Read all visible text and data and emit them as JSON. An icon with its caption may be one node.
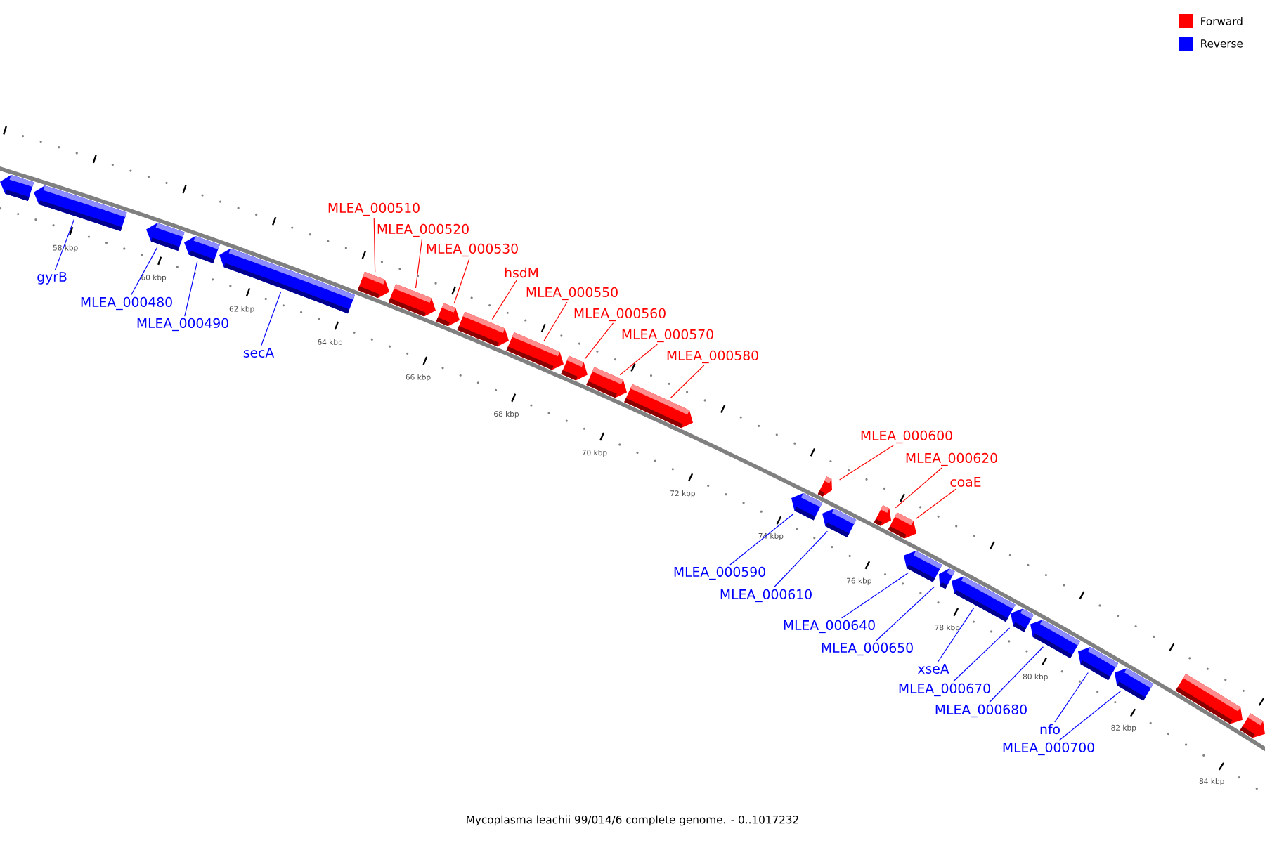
{
  "diagram": {
    "caption": "Mycoplasma leachii 99/014/6 complete genome. - 0..1017232",
    "nodes": [
      {
        "text": [],
        "shape": "bar"
      },
      {
        "text": [
          "gyrB"
        ]
      },
      {
        "text": [],
        "shape": "bar"
      },
      {
        "text": [
          "MLEA_000480"
        ]
      },
      {
        "text": [],
        "shape": "bar"
      },
      {
        "text": [
          "MLEA_000490"
        ]
      },
      {
        "text": [],
        "shape": "bar"
      },
      {
        "text": [
          "secA"
        ]
      },
      {
        "text": [],
        "shape": "bar"
      },
      {
        "text": [
          "MLEA_000510"
        ]
      },
      {
        "text": [],
        "shape": "bar"
      },
      {
        "text": [
          "MLEA_000520"
        ]
      },
      {
        "text": [],
        "shape": "bar"
      },
      {
        "text": [
          "MLEA_000530"
        ]
      },
      {
        "text": [],
        "shape": "bar"
      },
      {
        "text": [
          "hsdM"
        ]
      },
      {
        "text": [],
        "shape": "bar"
      },
      {
        "text": [
          "MLEA_000550"
        ]
      },
      {
        "text": [],
        "shape": "bar"
      },
      {
        "text": [
          "MLEA_000560"
        ]
      },
      {
        "text": [],
        "shape": "bar"
      },
      {
        "text": [
          "MLEA_000570"
        ]
      },
      {
        "text": [],
        "shape": "bar"
      },
      {
        "text": [
          "MLEA_000580"
        ]
      },
      {
        "text": [],
        "shape": "bar"
      },
      {
        "text": [
          "MLEA_000590"
        ]
      },
      {
        "text": [],
        "shape": "bar"
      },
      {
        "text": [
          "MLEA_000600"
        ]
      },
      {
        "text": [],
        "shape": "bar"
      },
      {
        "text": [
          "MLEA_000610"
        ]
      },
      {
        "text": [],
        "shape": "bar"
      },
      {
        "text": [
          "MLEA_000620"
        ]
      },
      {
        "text": [],
        "shape": "bar"
      },
      {
        "text": [
          "coaE"
        ]
      },
      {
        "text": [],
        "shape": "bar"
      },
      {
        "text": [
          "MLEA_000640"
        ]
      },
      {
        "text": [],
        "shape": "bar"
      },
      {
        "text": [
          "MLEA_000650"
        ]
      },
      {
        "text": [],
        "shape": "bar"
      },
      {
        "text": [
          "xseA"
        ]
      },
      {
        "text": [],
        "shape": "bar"
      },
      {
        "text": [
          "MLEA_000670"
        ]
      },
      {
        "text": [],
        "shape": "bar"
      },
      {
        "text": [
          "MLEA_000680"
        ]
      },
      {
        "text": [],
        "shape": "bar"
      },
      {
        "text": [
          "nfo"
        ]
      },
      {
        "text": [],
        "shape": "bar"
      },
      {
        "text": [
          "MLEA_000700"
        ]
      },
      {
        "text": [],
        "shape": "bar"
      },
      {
        "text": [],
        "shape": "bar"
      },
      {
        "text": [],
        "shape": "bar"
      }
    ],
    "edges": [
      {
        "from": 1,
        "to": 2,
        "arrow": "none"
      },
      {
        "from": 3,
        "to": 4,
        "arrow": "none"
      },
      {
        "from": 5,
        "to": 6,
        "arrow": "none"
      },
      {
        "from": 7,
        "to": 8,
        "arrow": "none"
      },
      {
        "from": 9,
        "to": 10,
        "arrow": "none",
        "color": "#ff0000"
      },
      {
        "from": 11,
        "to": 12,
        "arrow": "none",
        "color": "#ff0000"
      },
      {
        "from": 13,
        "to": 14,
        "arrow": "none",
        "color": "#ff0000"
      },
      {
        "from": 15,
        "to": 16,
        "arrow": "none",
        "color": "#ff0000"
      },
      {
        "from": 17,
        "to": 18,
        "arrow": "none",
        "color": "#ff0000"
      },
      {
        "from": 19,
        "to": 20,
        "arrow": "none",
        "color": "#ff0000"
      },
      {
        "from": 21,
        "to": 22,
        "arrow": "none",
        "color": "#ff0000"
      },
      {
        "from": 23,
        "to": 24,
        "arrow": "none",
        "color": "#ff0000"
      },
      {
        "from": 25,
        "to": 26,
        "arrow": "none"
      },
      {
        "from": 27,
        "to": 28,
        "arrow": "none",
        "color": "#ff0000"
      },
      {
        "from": 29,
        "to": 30,
        "arrow": "none"
      },
      {
        "from": 31,
        "to": 32,
        "arrow": "none",
        "color": "#ff0000"
      },
      {
        "from": 33,
        "to": 34,
        "arrow": "none",
        "color": "#ff0000"
      },
      {
        "from": 35,
        "to": 36,
        "arrow": "none"
      },
      {
        "from": 37,
        "to": 38,
        "arrow": "none"
      },
      {
        "from": 39,
        "to": 40,
        "arrow": "none"
      },
      {
        "from": 41,
        "to": 42,
        "arrow": "none"
      },
      {
        "from": 43,
        "to": 44,
        "arrow": "none"
      },
      {
        "from": 45,
        "to": 46,
        "arrow": "none"
      },
      {
        "from": 47,
        "to": 48,
        "arrow": "none"
      }
    ],
    "labels": [
      "58 kbp",
      "60 kbp",
      "62 kbp",
      "64 kbp",
      "66 kbp",
      "68 kbp",
      "70 kbp",
      "72 kbp",
      "74 kbp",
      "76 kbp",
      "78 kbp",
      "80 kbp",
      "82 kbp",
      "84 kbp"
    ],
    "legend": [
      {
        "text": "Forward",
        "color": "#ff0000"
      },
      {
        "text": "Reverse",
        "color": "#0000ff"
      }
    ]
  }
}
